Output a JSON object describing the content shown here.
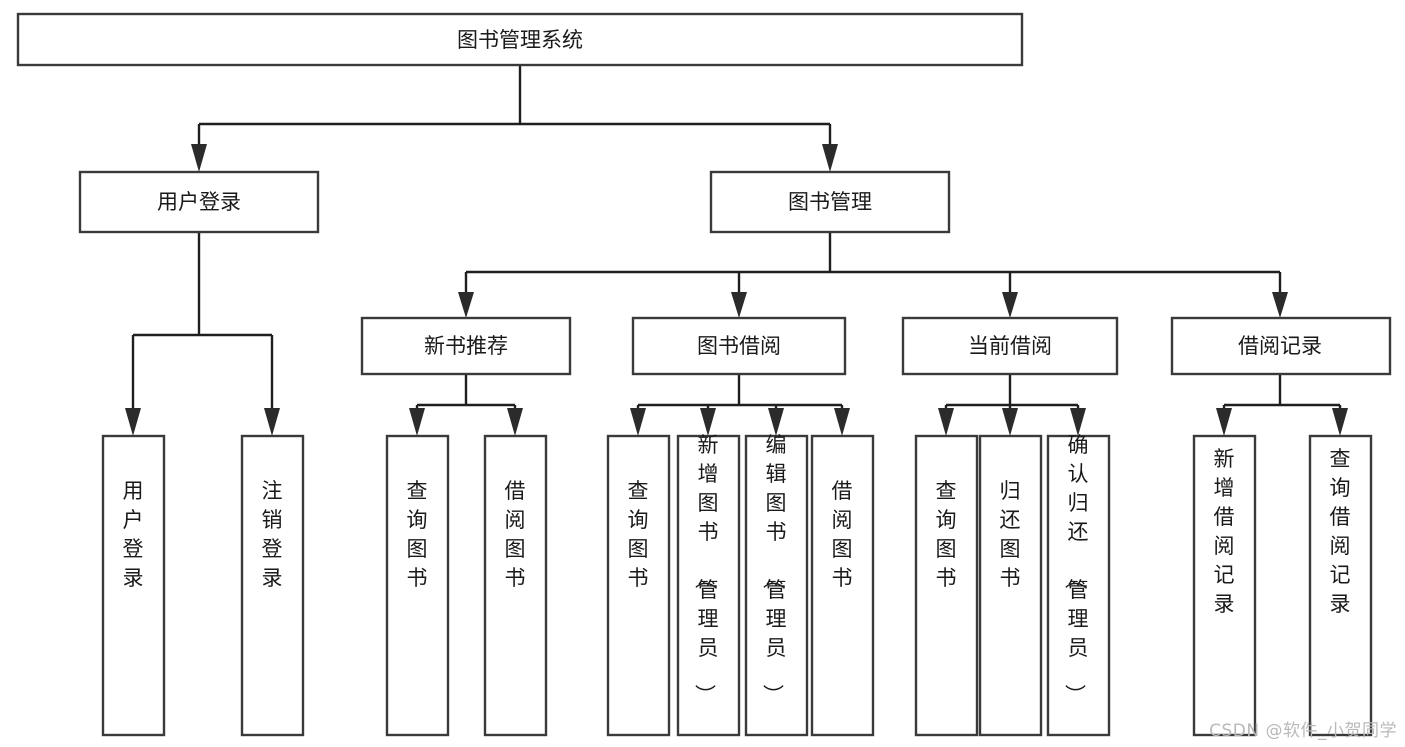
{
  "diagram": {
    "type": "tree-hierarchy",
    "title": "图书管理系统",
    "watermark": "CSDN @软件_小贺同学",
    "colors": {
      "background": "#ffffff",
      "box_stroke": "#3a3a3a",
      "connector": "#1f1f1f",
      "text": "#1a1a1a",
      "watermark": "#b9b9b9"
    },
    "levels": {
      "root": {
        "label": "图书管理系统"
      },
      "level2": [
        {
          "label": "用户登录"
        },
        {
          "label": "图书管理"
        }
      ],
      "level3": [
        {
          "label": "新书推荐"
        },
        {
          "label": "图书借阅"
        },
        {
          "label": "当前借阅"
        },
        {
          "label": "借阅记录"
        }
      ],
      "leaves_user_login": [
        {
          "label": "用户登录"
        },
        {
          "label": "注销登录"
        }
      ],
      "leaves_new_book": [
        {
          "label": "查询图书"
        },
        {
          "label": "借阅图书"
        }
      ],
      "leaves_borrow": [
        {
          "label": "查询图书"
        },
        {
          "label": "新增图书（管理员）"
        },
        {
          "label": "编辑图书（管理员）"
        },
        {
          "label": "借阅图书"
        }
      ],
      "leaves_current": [
        {
          "label": "查询图书"
        },
        {
          "label": "归还图书"
        },
        {
          "label": "确认归还（管理员）"
        }
      ],
      "leaves_records": [
        {
          "label": "新增借阅记录"
        },
        {
          "label": "查询借阅记录"
        }
      ]
    }
  }
}
